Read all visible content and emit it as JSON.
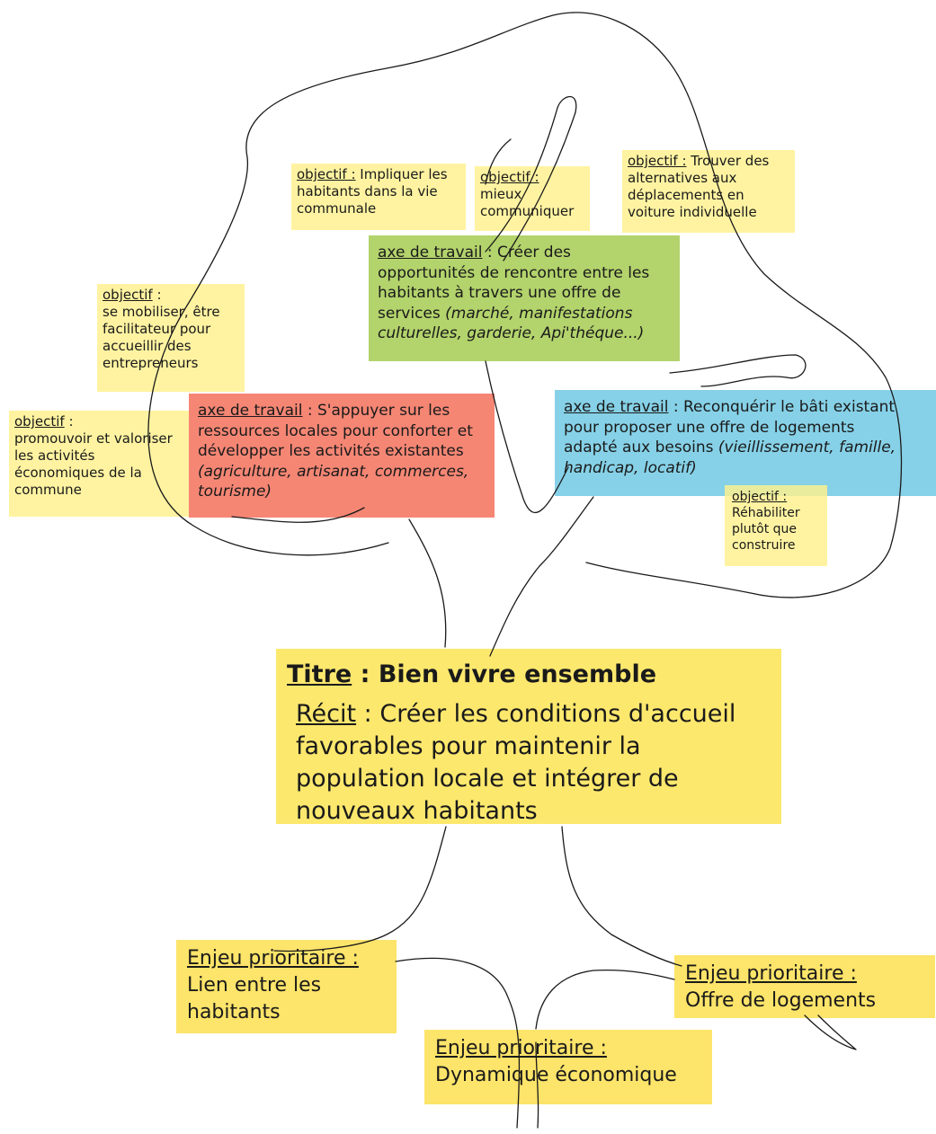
{
  "objectifs": {
    "impliquer": {
      "label": "objectif :",
      "text": "Impliquer les habitants dans la vie communale"
    },
    "communiquer": {
      "label": "objectif :",
      "text": "mieux communiquer"
    },
    "alternatives": {
      "label": "objectif :",
      "text": "Trouver des alternatives aux déplacements en voiture individuelle"
    },
    "mobiliser": {
      "label": "objectif",
      "sep": " :",
      "text": "se mobiliser, être facilitateur pour accueillir des entrepreneurs"
    },
    "promouvoir": {
      "label": "objectif",
      "sep": " :",
      "text": "promouvoir et valoriser les activités économiques de la commune"
    },
    "rehabiliter": {
      "label": "objectif :",
      "text": "Réhabiliter plutôt que construire"
    }
  },
  "axes": {
    "rencontre": {
      "label": "axe de travail",
      "text": " : Créer des opportunités de rencontre entre les habitants à travers une offre de services ",
      "italic": "(marché, manifestations culturelles, garderie, Api'théque...)"
    },
    "ressources": {
      "label": "axe de travail",
      "text": " : S'appuyer sur les ressources locales pour conforter et développer les activités existantes ",
      "italic": "(agriculture, artisanat, commerces, tourisme)"
    },
    "bati": {
      "label": "axe de travail",
      "text": " : Reconquérir le bâti existant pour proposer une offre de logements adapté aux besoins ",
      "italic": "(vieillissement, famille, handicap, locatif)"
    }
  },
  "titre": {
    "label": "Titre",
    "value": " : Bien vivre ensemble",
    "recit_label": "Récit",
    "recit_text": " : Créer les conditions d'accueil favorables pour maintenir la population locale et intégrer de nouveaux habitants"
  },
  "enjeux": {
    "lien": {
      "label": "Enjeu prioritaire :",
      "text": "Lien entre les habitants"
    },
    "logements": {
      "label": "Enjeu prioritaire :",
      "text": "Offre de logements"
    },
    "economie": {
      "label": "Enjeu prioritaire :",
      "text": "Dynamique économique"
    }
  },
  "colors": {
    "note_yellow": "#fff08c",
    "title_yellow": "#fde86e",
    "enjeu_yellow": "#fde46a",
    "axe_green": "#b3d36c",
    "axe_red": "#f58674",
    "axe_blue": "#86d1e7",
    "outline": "#1a1a1a"
  }
}
